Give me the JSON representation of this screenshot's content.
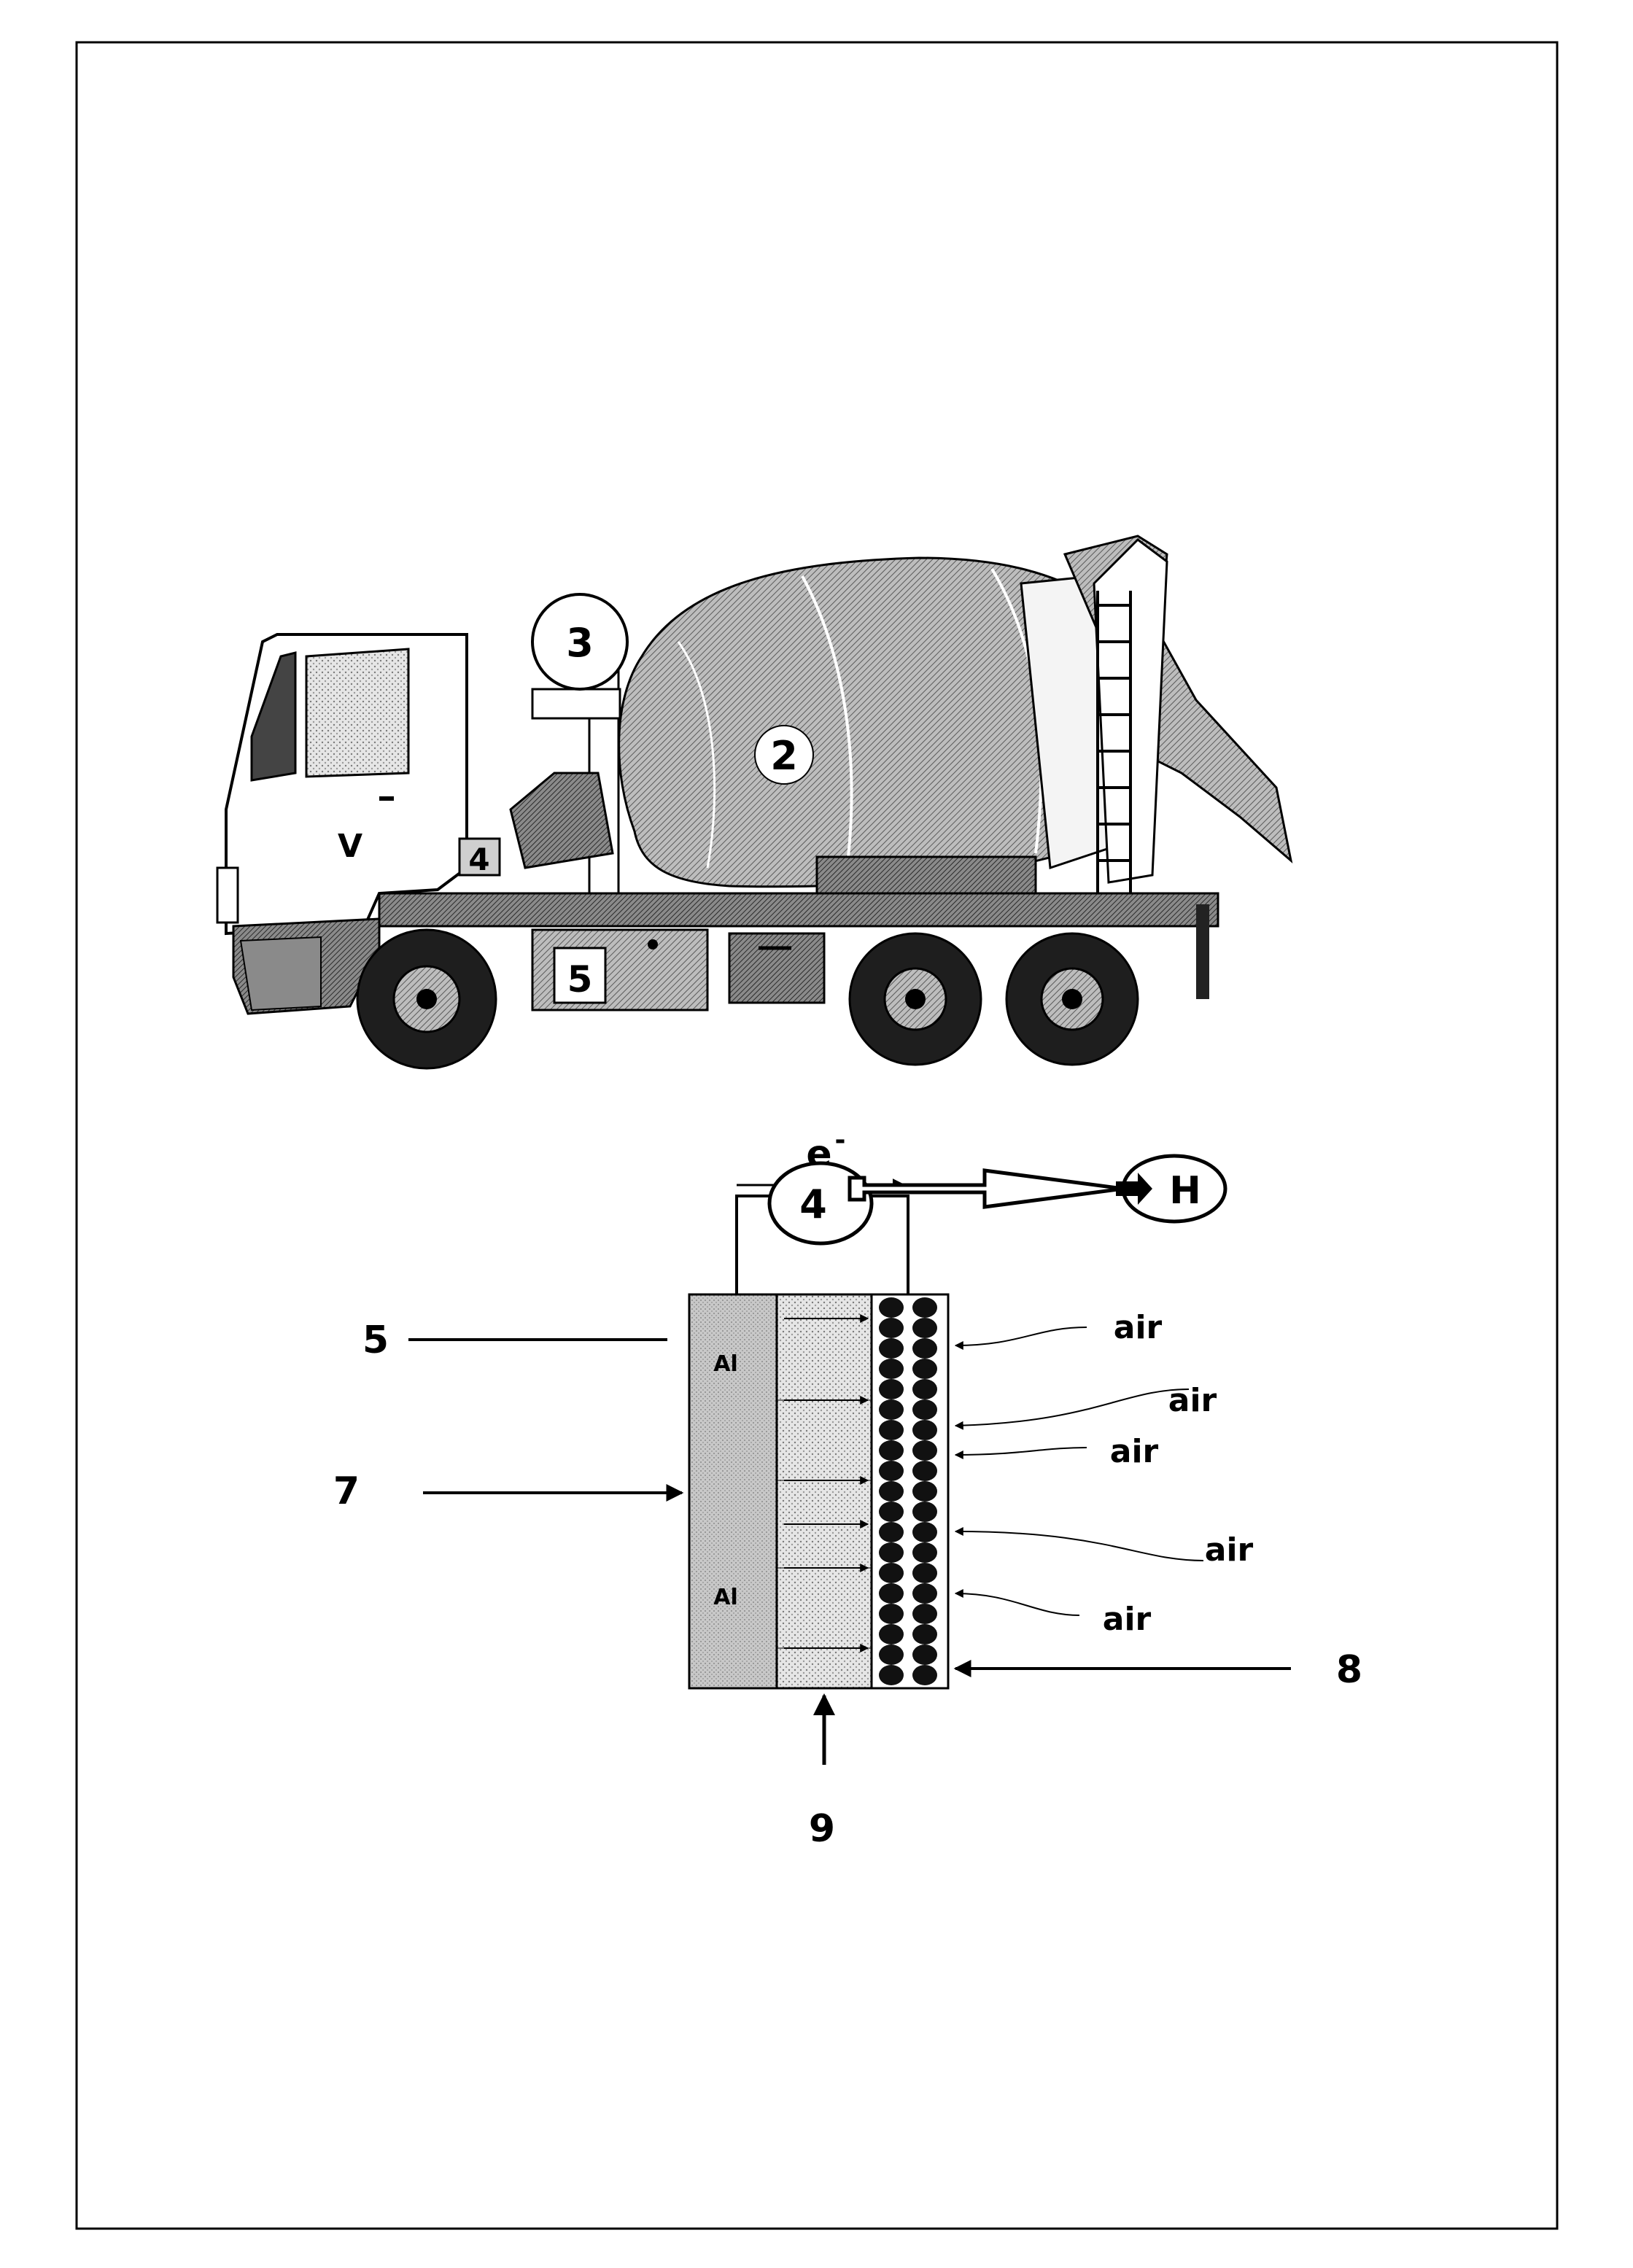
{
  "truck": {
    "label_v": "V",
    "label_2": "2",
    "label_3": "3",
    "label_4": "4",
    "label_5": "5"
  },
  "cell": {
    "electron": "e",
    "electron_sup": "-",
    "load": "4",
    "heater": "H",
    "anode_top": "Al",
    "anode_bottom": "Al",
    "air_1": "air",
    "air_2": "air",
    "air_3": "air",
    "air_4": "air",
    "air_5": "air",
    "ref_5": "5",
    "ref_7": "7",
    "ref_8": "8",
    "ref_9": "9"
  }
}
